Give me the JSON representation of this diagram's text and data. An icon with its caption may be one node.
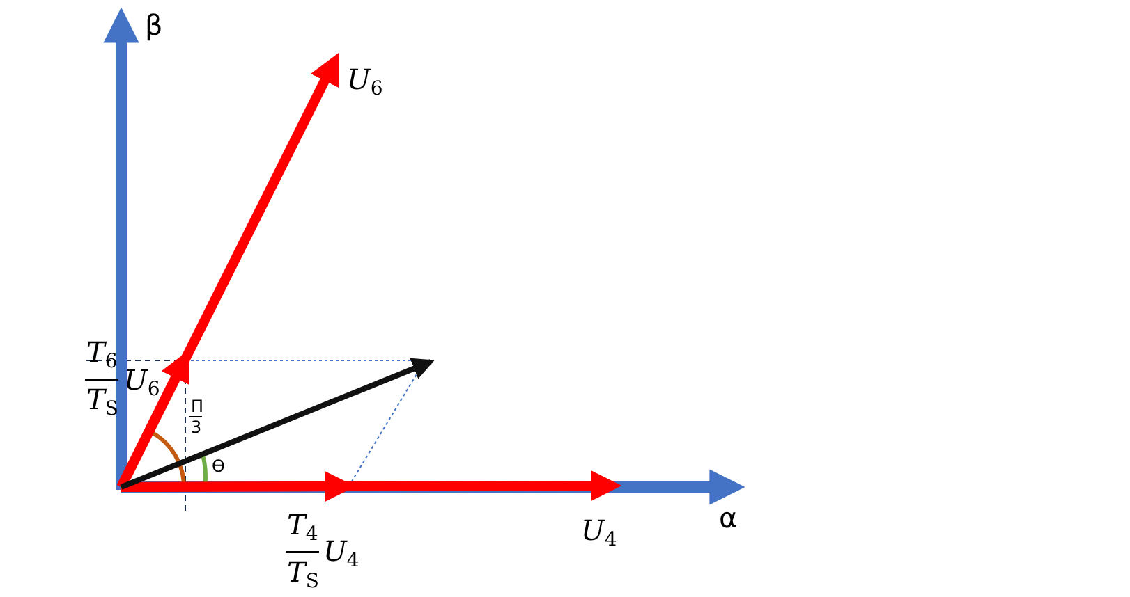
{
  "diagram": {
    "labels": [
      "β",
      "*U*$_{6}$",
      "*T*$_{6}$",
      "*T*$_{S}$",
      "*U*$_{6}$",
      "Π",
      "3",
      "ϴ",
      "*T*$_{4}$",
      "*T*$_{S}$",
      "*U*$_{4}$",
      "α",
      "*U*$_{4}$"
    ]
  }
}
